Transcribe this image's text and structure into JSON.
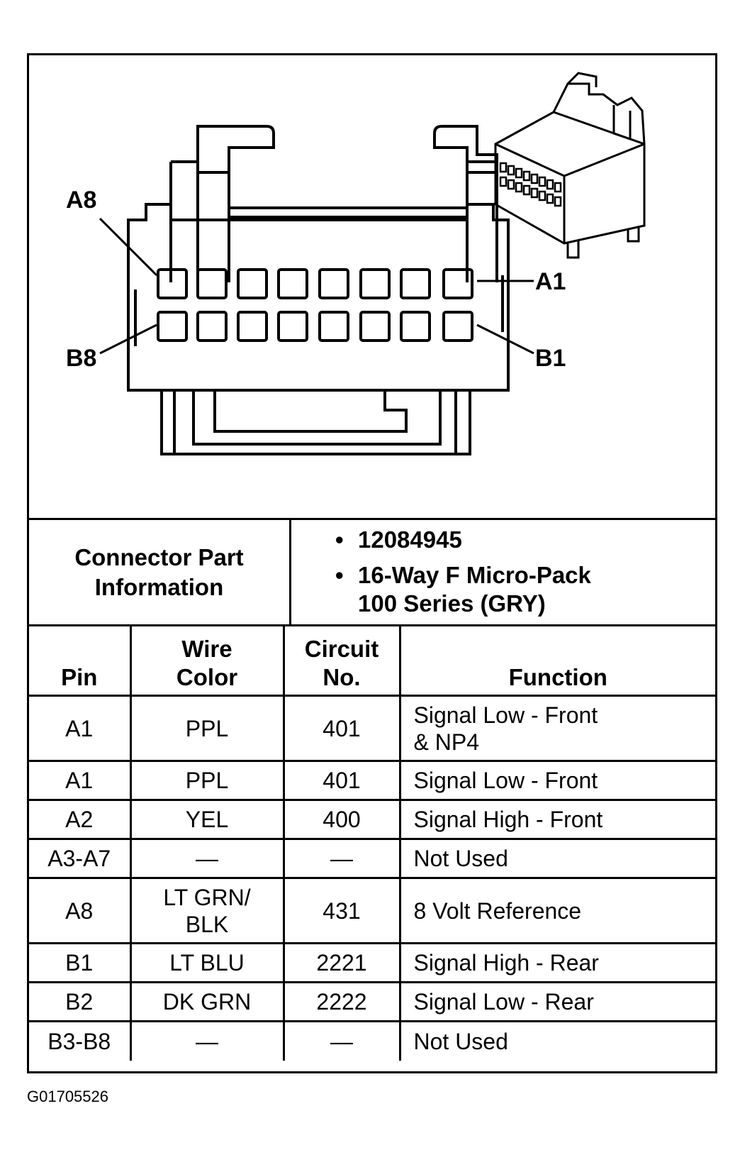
{
  "diagram": {
    "labels": {
      "a8": "A8",
      "a1": "A1",
      "b8": "B8",
      "b1": "B1"
    }
  },
  "connector_info": {
    "label": "Connector Part\nInformation",
    "items": [
      "12084945",
      "16-Way F Micro-Pack\n100 Series (GRY)"
    ]
  },
  "table": {
    "headers": [
      "Pin",
      "Wire\nColor",
      "Circuit\nNo.",
      "Function"
    ],
    "rows": [
      {
        "pin": "A1",
        "color": "PPL",
        "circuit": "401",
        "function": "Signal Low - Front\n& NP4"
      },
      {
        "pin": "A1",
        "color": "PPL",
        "circuit": "401",
        "function": "Signal Low - Front"
      },
      {
        "pin": "A2",
        "color": "YEL",
        "circuit": "400",
        "function": "Signal High - Front"
      },
      {
        "pin": "A3-A7",
        "color": "—",
        "circuit": "—",
        "function": "Not Used"
      },
      {
        "pin": "A8",
        "color": "LT GRN/\nBLK",
        "circuit": "431",
        "function": "8 Volt Reference"
      },
      {
        "pin": "B1",
        "color": "LT BLU",
        "circuit": "2221",
        "function": "Signal High - Rear"
      },
      {
        "pin": "B2",
        "color": "DK GRN",
        "circuit": "2222",
        "function": "Signal Low - Rear"
      },
      {
        "pin": "B3-B8",
        "color": "—",
        "circuit": "—",
        "function": "Not Used"
      }
    ]
  },
  "figure_code": "G01705526"
}
